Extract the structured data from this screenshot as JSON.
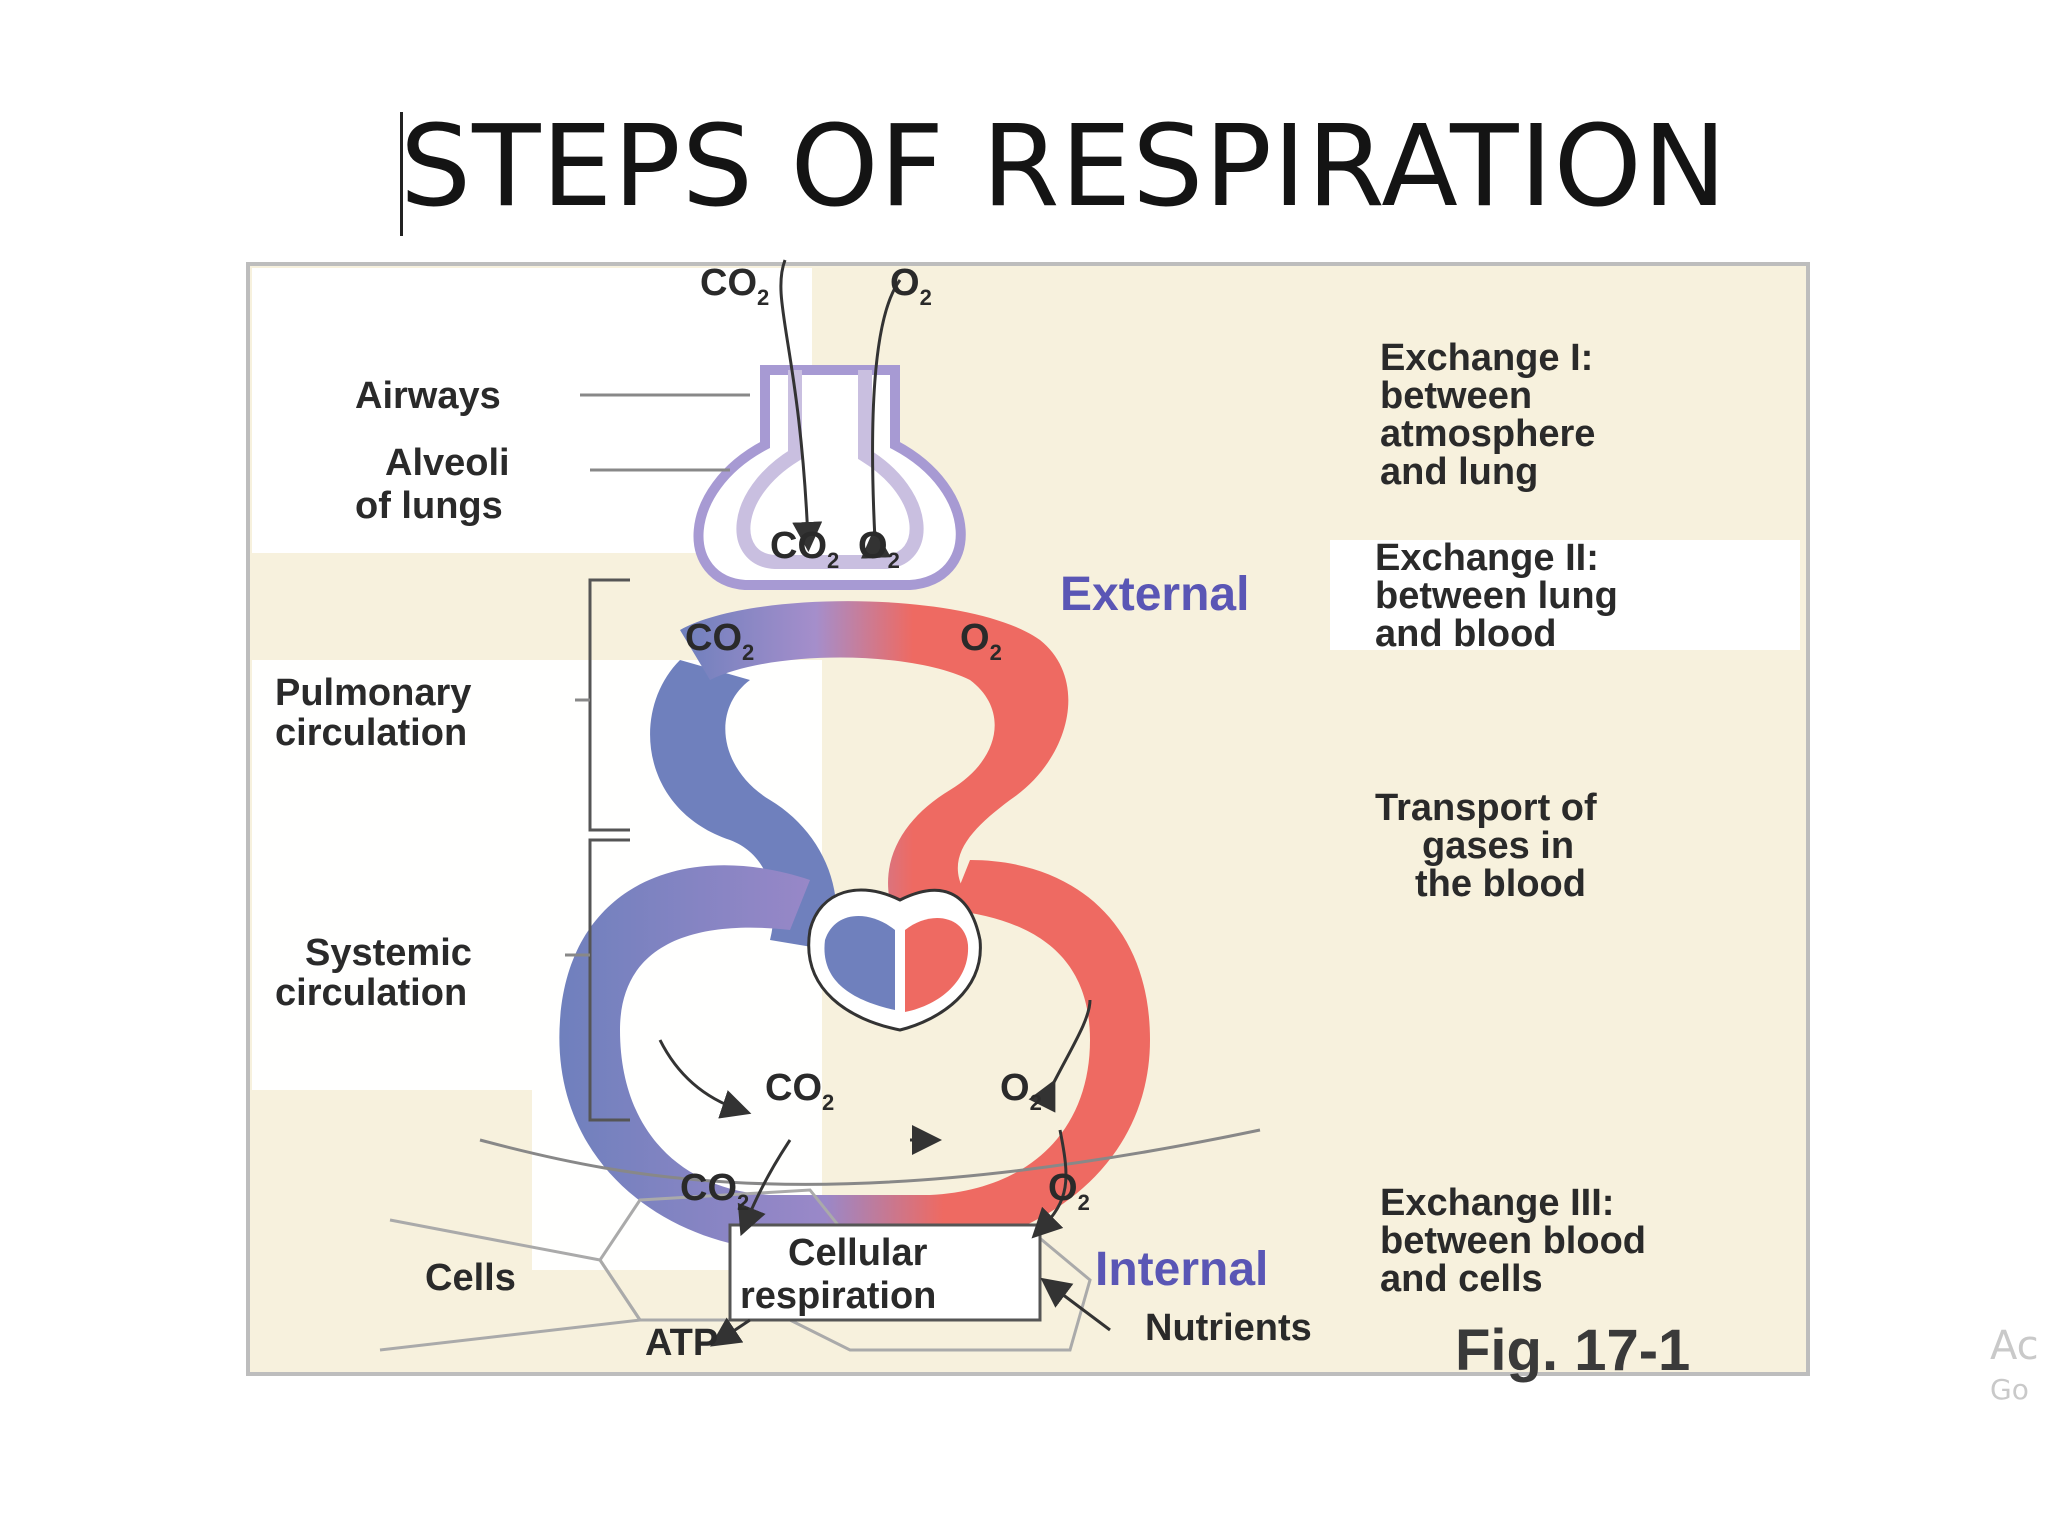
{
  "title": "STEPS OF RESPIRATION",
  "diagram": {
    "gas_top": {
      "co2": "CO",
      "o2": "O",
      "sub": "2"
    },
    "gas_alveoli": {
      "co2": "CO",
      "o2": "O",
      "sub": "2"
    },
    "gas_pulmonary": {
      "co2": "CO",
      "o2": "O",
      "sub": "2"
    },
    "gas_systemic": {
      "co2": "CO",
      "o2": "O",
      "sub": "2"
    },
    "gas_cells": {
      "co2": "CO",
      "o2": "O",
      "sub": "2"
    },
    "left_labels": {
      "airways": "Airways",
      "alveoli_1": "Alveoli",
      "alveoli_2": "of lungs",
      "pulmonary_1": "Pulmonary",
      "pulmonary_2": "circulation",
      "systemic_1": "Systemic",
      "systemic_2": "circulation",
      "cells": "Cells",
      "atp": "ATP"
    },
    "right_labels": {
      "exchange_1": [
        "Exchange I:",
        "between",
        "atmosphere",
        "and lung"
      ],
      "exchange_2": [
        "Exchange II:",
        "between lung",
        "and blood"
      ],
      "transport": [
        "Transport of",
        "gases in",
        "the blood"
      ],
      "exchange_3": [
        "Exchange III:",
        "between blood",
        "and cells"
      ]
    },
    "external": "External",
    "internal": "Internal",
    "cellular_1": "Cellular",
    "cellular_2": "respiration",
    "nutrients": "Nutrients",
    "fig_no": "Fig. 17-1"
  },
  "watermark": {
    "line1": "Ac",
    "line2": "Go"
  },
  "colors": {
    "panel_bg": "#f7f1dd",
    "band_bg": "#ffffff",
    "oxygenated": "#ee6a62",
    "deoxygenated": "#6f80bd",
    "alveoli": "#c9bfe0",
    "accent_text": "#5a56b5"
  }
}
